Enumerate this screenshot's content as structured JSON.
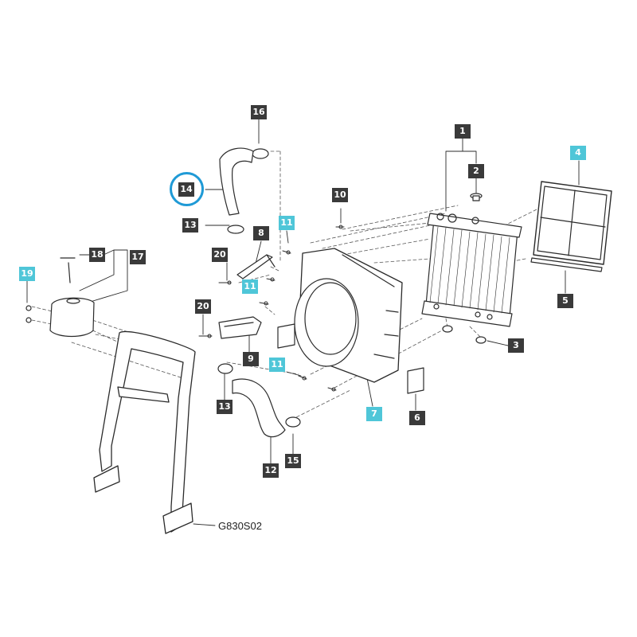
{
  "drawing_code": "G830S02",
  "highlighted_part": "14",
  "colors": {
    "stroke": "#2b2b2b",
    "callout_standard": "#3a3a3a",
    "callout_accent": "#4fc6d8",
    "highlight_ring": "#1f9ad6",
    "callout_text": "#ffffff"
  },
  "callouts": [
    {
      "id": "c1",
      "label": "1",
      "style": "dark"
    },
    {
      "id": "c2",
      "label": "2",
      "style": "dark"
    },
    {
      "id": "c3",
      "label": "3",
      "style": "dark"
    },
    {
      "id": "c4",
      "label": "4",
      "style": "cyan"
    },
    {
      "id": "c5",
      "label": "5",
      "style": "dark"
    },
    {
      "id": "c6",
      "label": "6",
      "style": "dark"
    },
    {
      "id": "c7",
      "label": "7",
      "style": "cyan"
    },
    {
      "id": "c8",
      "label": "8",
      "style": "dark"
    },
    {
      "id": "c9",
      "label": "9",
      "style": "dark"
    },
    {
      "id": "c10",
      "label": "10",
      "style": "dark"
    },
    {
      "id": "c11a",
      "label": "11",
      "style": "cyan"
    },
    {
      "id": "c11b",
      "label": "11",
      "style": "cyan"
    },
    {
      "id": "c11c",
      "label": "11",
      "style": "cyan"
    },
    {
      "id": "c12",
      "label": "12",
      "style": "dark"
    },
    {
      "id": "c13a",
      "label": "13",
      "style": "dark"
    },
    {
      "id": "c13b",
      "label": "13",
      "style": "dark"
    },
    {
      "id": "c14",
      "label": "14",
      "style": "dark"
    },
    {
      "id": "c15",
      "label": "15",
      "style": "dark"
    },
    {
      "id": "c16",
      "label": "16",
      "style": "dark"
    },
    {
      "id": "c17",
      "label": "17",
      "style": "dark"
    },
    {
      "id": "c18",
      "label": "18",
      "style": "dark"
    },
    {
      "id": "c19",
      "label": "19",
      "style": "cyan"
    },
    {
      "id": "c20a",
      "label": "20",
      "style": "dark"
    },
    {
      "id": "c20b",
      "label": "20",
      "style": "dark"
    }
  ]
}
